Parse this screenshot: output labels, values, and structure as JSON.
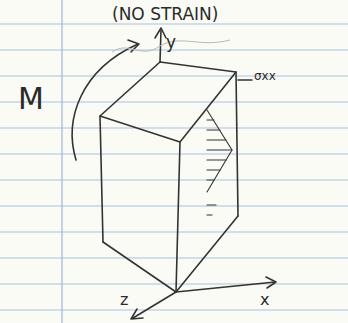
{
  "diagram": {
    "labels": [
      "(NO STRAIN)",
      "M",
      "y",
      "σxx",
      "z",
      "x"
    ]
  }
}
